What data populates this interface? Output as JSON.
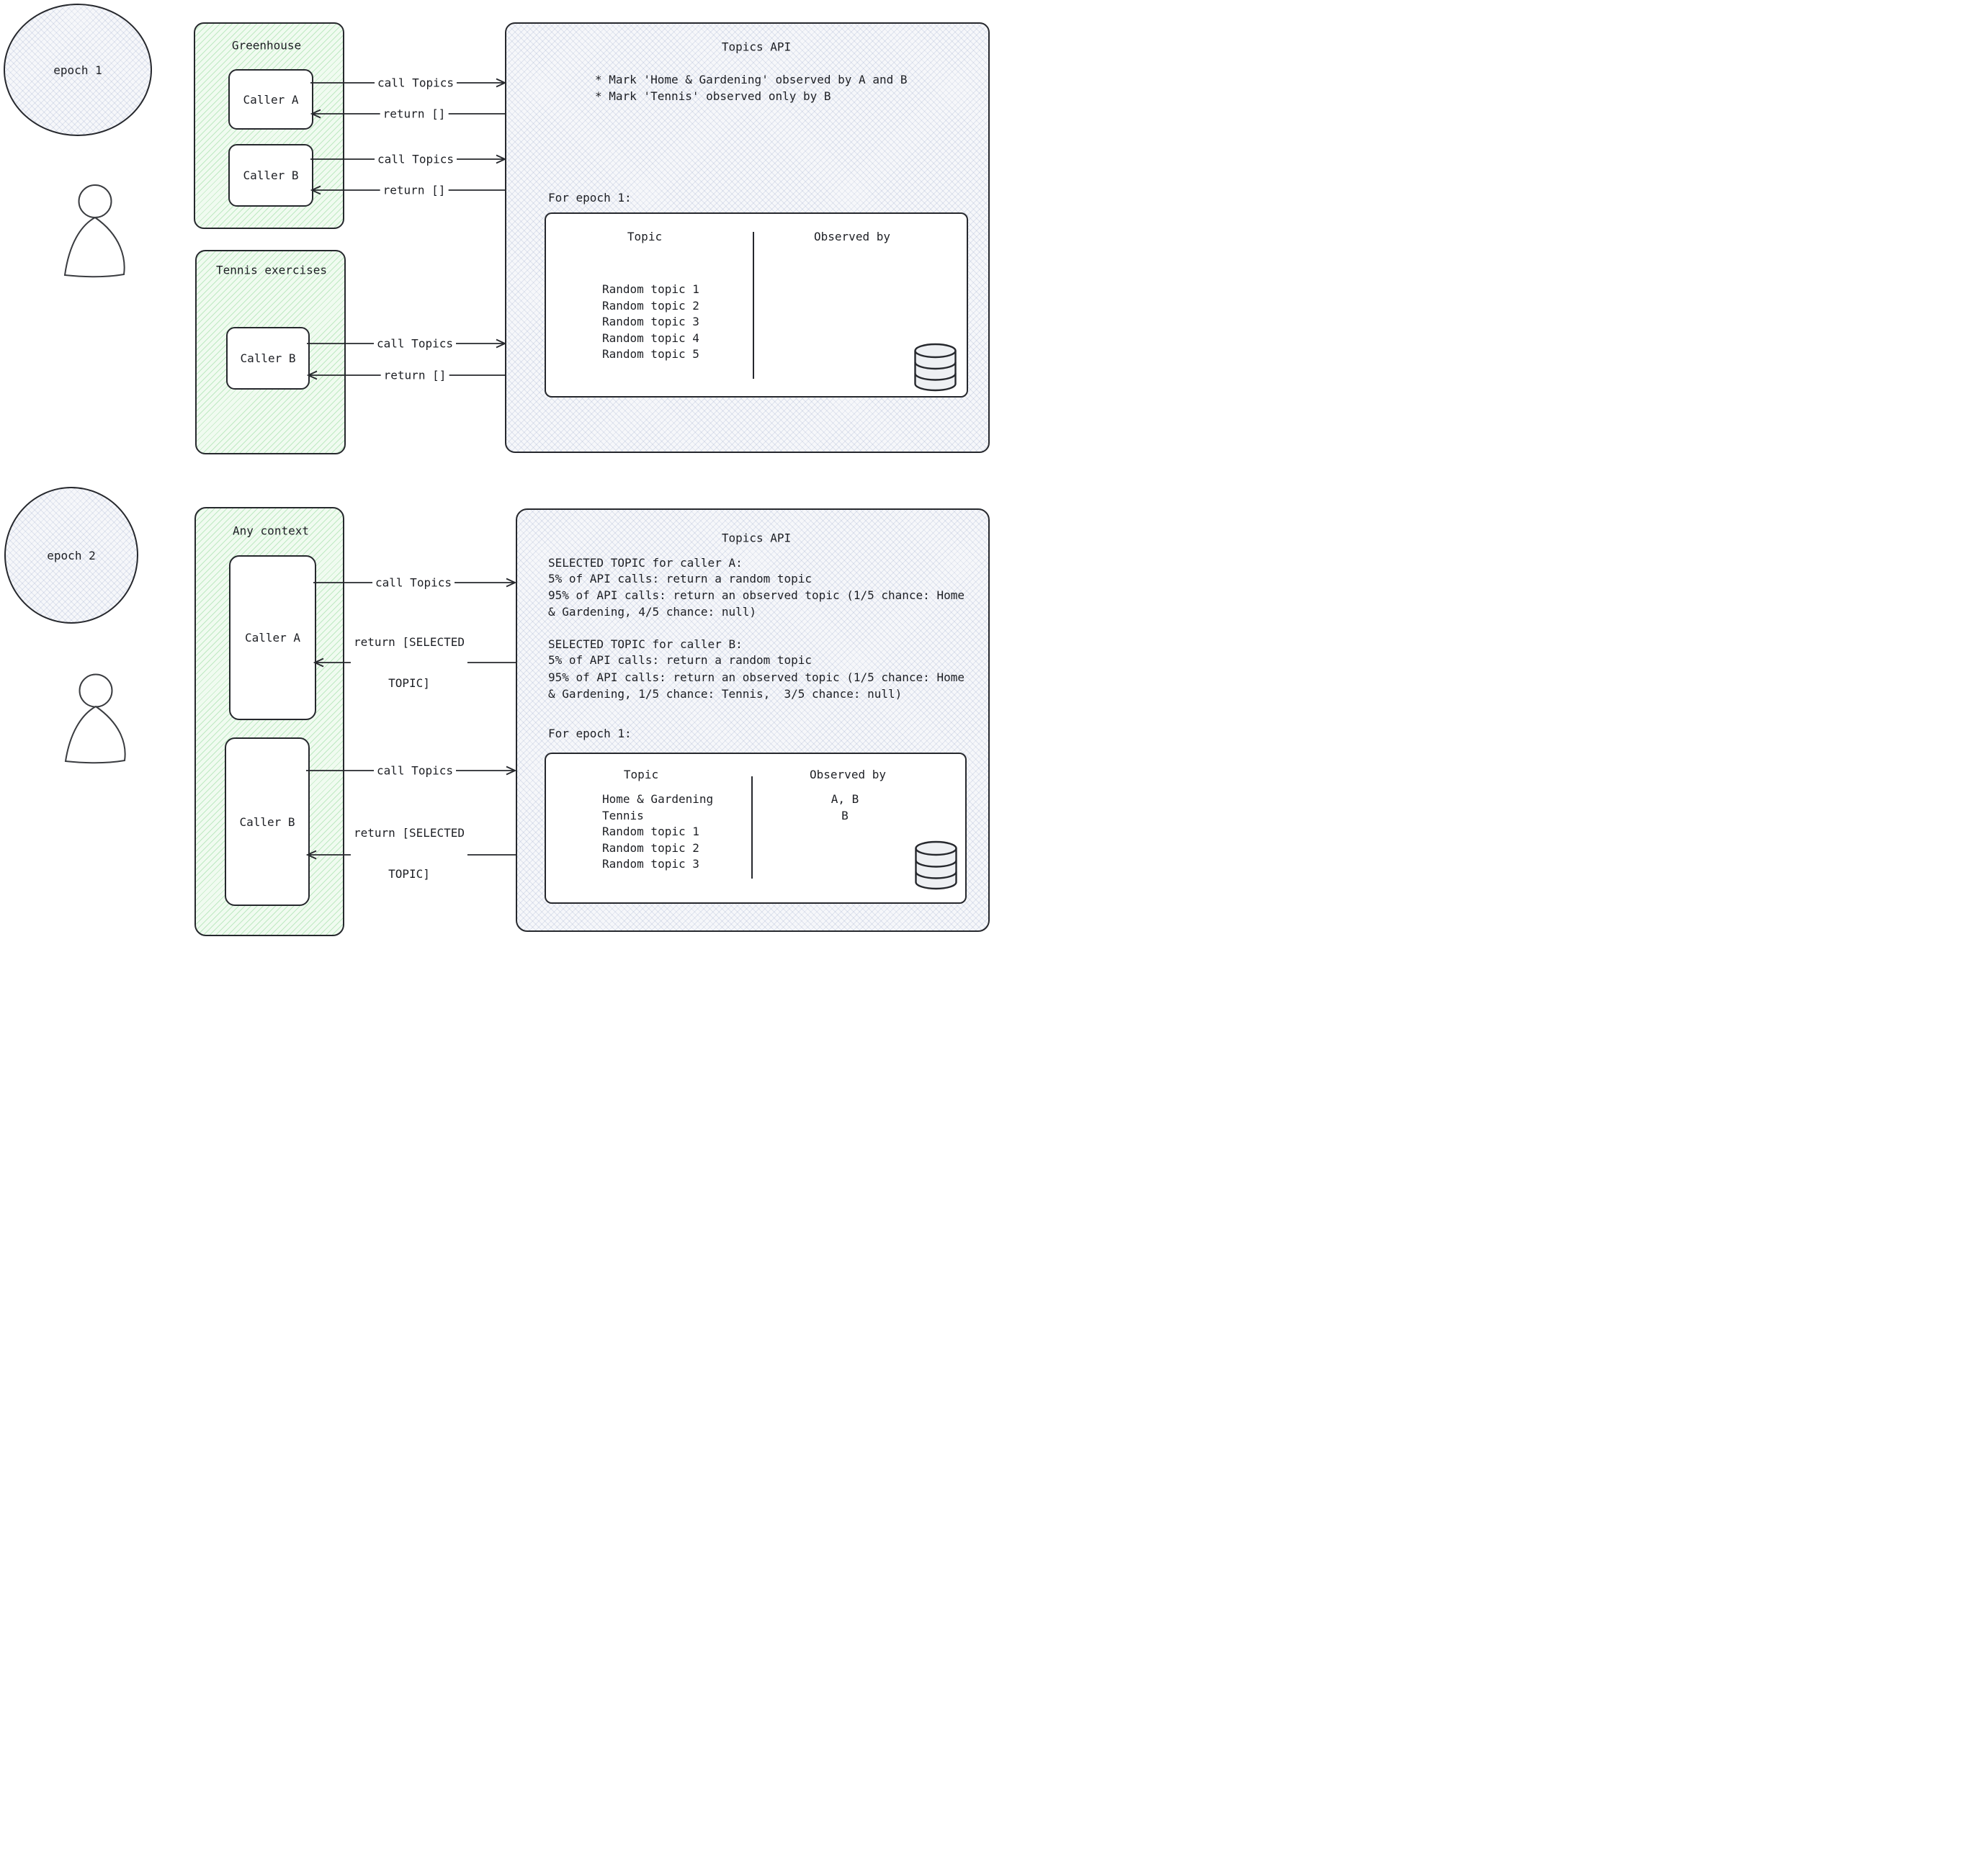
{
  "colors": {
    "box_stroke": "#26282d",
    "green_fill": "#f0fbf0",
    "green_hatch_line": "#6ecd78",
    "gray_fill": "#f6f7fa",
    "gray_hatch_line": "#96a5c8",
    "text": "#1d1f24"
  },
  "epoch1": {
    "section_label": "epoch 1",
    "greenhouse": {
      "title": "Greenhouse",
      "caller_a": "Caller A",
      "caller_b": "Caller B"
    },
    "tennis": {
      "title": "Tennis exercises",
      "caller_b": "Caller B"
    },
    "arrows": {
      "call": "call Topics",
      "return": "return []"
    },
    "api": {
      "title": "Topics API",
      "bullets": [
        "* Mark 'Home & Gardening' observed by A and B",
        "* Mark 'Tennis' observed only by B"
      ],
      "epoch_label": "For epoch 1:",
      "table": {
        "col_topic": "Topic",
        "col_observed": "Observed by",
        "rows": [
          {
            "topic": "Random topic 1",
            "observed": ""
          },
          {
            "topic": "Random topic 2",
            "observed": ""
          },
          {
            "topic": "Random topic 3",
            "observed": ""
          },
          {
            "topic": "Random topic 4",
            "observed": ""
          },
          {
            "topic": "Random topic 5",
            "observed": ""
          }
        ]
      }
    }
  },
  "epoch2": {
    "section_label": "epoch 2",
    "context": {
      "title": "Any context",
      "caller_a": "Caller A",
      "caller_b": "Caller B"
    },
    "arrows": {
      "call": "call Topics",
      "return_line1": "return [SELECTED",
      "return_line2": "TOPIC]"
    },
    "api": {
      "title": "Topics API",
      "selected_a": [
        "SELECTED TOPIC for caller A:",
        "5% of API calls: return a random topic",
        "95% of API calls: return an observed topic (1/5 chance: Home",
        "& Gardening, 4/5 chance: null)"
      ],
      "selected_b": [
        "SELECTED TOPIC for caller B:",
        "5% of API calls: return a random topic",
        "95% of API calls: return an observed topic (1/5 chance: Home",
        "& Gardening, 1/5 chance: Tennis,  3/5 chance: null)"
      ],
      "epoch_label": "For epoch 1:",
      "table": {
        "col_topic": "Topic",
        "col_observed": "Observed by",
        "rows": [
          {
            "topic": "Home & Gardening",
            "observed": "A, B"
          },
          {
            "topic": "Tennis",
            "observed": "B"
          },
          {
            "topic": "Random topic 1",
            "observed": ""
          },
          {
            "topic": "Random topic 2",
            "observed": ""
          },
          {
            "topic": "Random topic 3",
            "observed": ""
          }
        ]
      }
    }
  }
}
